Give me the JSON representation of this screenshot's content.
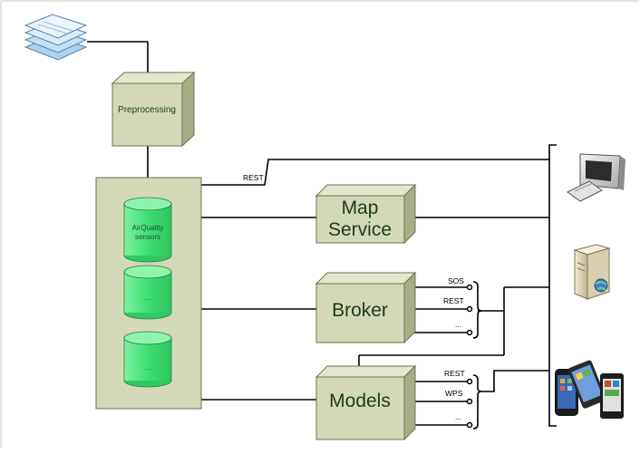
{
  "boxes": {
    "preprocessing": "Preprocessing",
    "map_service_line1": "Map",
    "map_service_line2": "Service",
    "broker": "Broker",
    "models": "Models"
  },
  "database": {
    "sensor_line1": "AirQuality",
    "sensor_line2": "sensors",
    "db2": "....",
    "db3": "...."
  },
  "connections": {
    "rest_top": "REST",
    "broker_sos": "SOS",
    "broker_rest": "REST",
    "broker_more": "...",
    "models_rest": "REST",
    "models_wps": "WPS",
    "models_more": "..."
  },
  "colors": {
    "box_front": "#d3d8b8",
    "box_side": "#a7ad86",
    "cylinder": "#4fe07c",
    "line": "#000000"
  }
}
